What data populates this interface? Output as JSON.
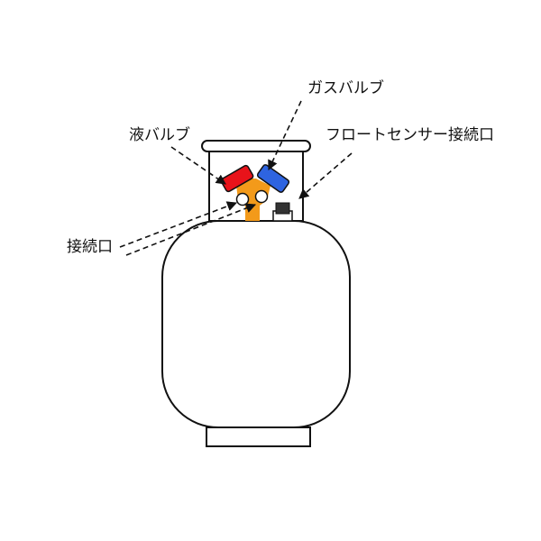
{
  "diagram": {
    "title": "",
    "labels": {
      "gas_valve": "ガスバルブ",
      "liquid_valve": "液バルブ",
      "float_sensor_port": "フロートセンサー接続口",
      "connection_port": "接続口"
    },
    "colors": {
      "outline": "#111111",
      "liquid_valve": "#e8131a",
      "gas_valve": "#2e64e0",
      "manifold": "#f39a1a",
      "sensor_cap": "#333333",
      "background": "#ffffff"
    }
  }
}
